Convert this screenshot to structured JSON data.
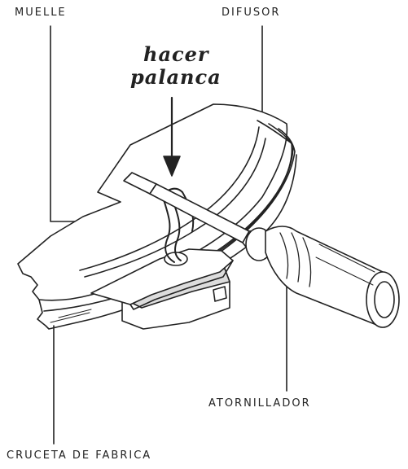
{
  "labels": {
    "muelle": "MUELLE",
    "difusor": "DIFUSOR",
    "hacer": "hacer",
    "palanca": "palanca",
    "atornillador": "ATORNILLADOR",
    "cruceta": "CRUCETA DE FABRICA"
  },
  "colors": {
    "ink": "#222222",
    "paper": "#ffffff",
    "shade": "#dcdcdc"
  }
}
